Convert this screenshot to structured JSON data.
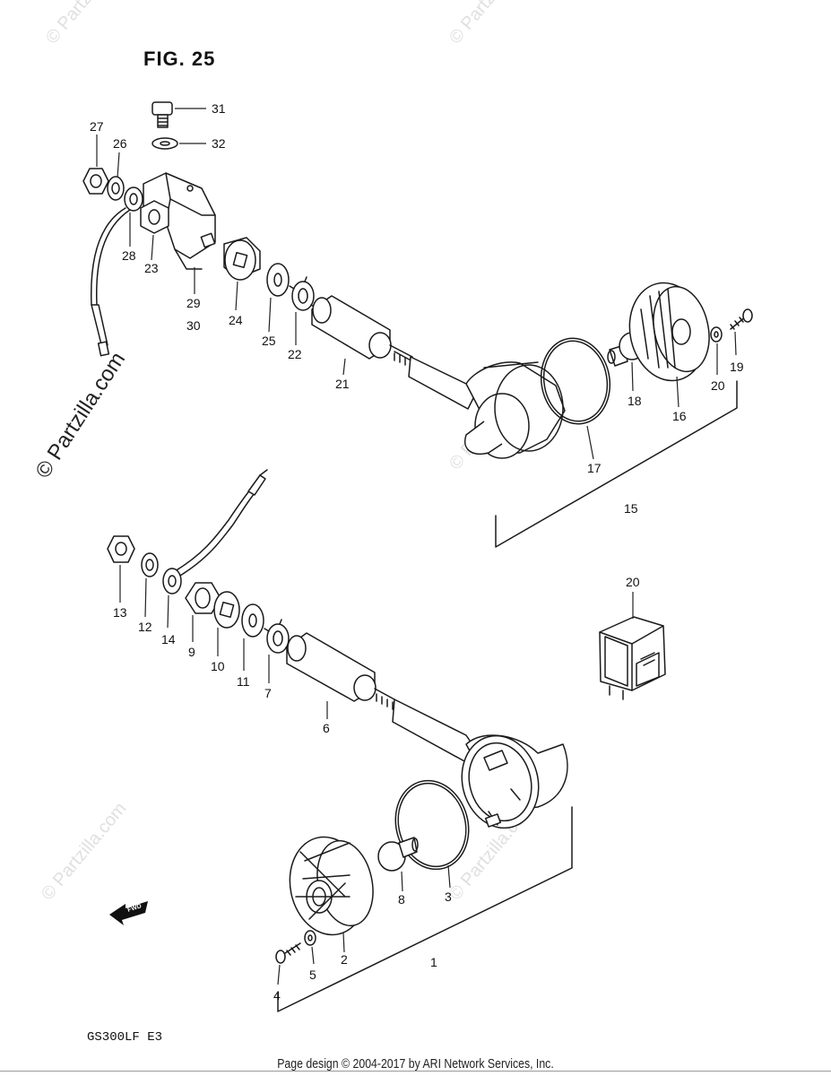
{
  "figure_title": "FIG. 25",
  "model_code": "GS300LF  E3",
  "footer": "Page design © 2004-2017 by ARI Network Services, Inc.",
  "watermark": "© Partzilla.com",
  "fwd_label": "FWD",
  "callouts": {
    "c1": "1",
    "c2": "2",
    "c3": "3",
    "c4": "4",
    "c5": "5",
    "c6": "6",
    "c7": "7",
    "c8": "8",
    "c9": "9",
    "c10": "10",
    "c11": "11",
    "c12": "12",
    "c13": "13",
    "c14": "14",
    "c15": "15",
    "c16": "16",
    "c17": "17",
    "c18": "18",
    "c19": "19",
    "c20": "20",
    "c20b": "20",
    "c21": "21",
    "c22": "22",
    "c23": "23",
    "c24": "24",
    "c25": "25",
    "c26": "26",
    "c27": "27",
    "c28": "28",
    "c29": "29",
    "c30": "30",
    "c31": "31",
    "c32": "32"
  }
}
